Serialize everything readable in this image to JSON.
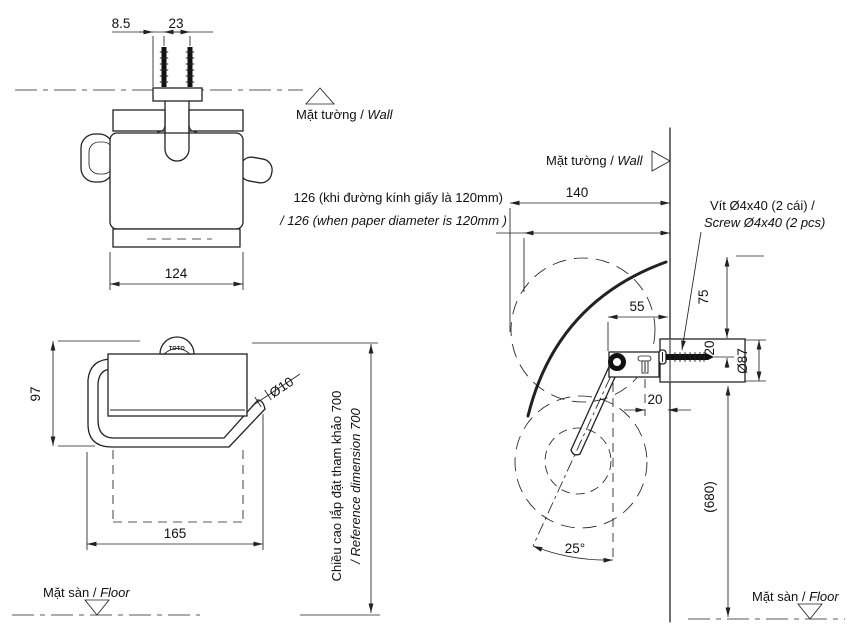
{
  "labels": {
    "wall_vi": "Mặt tường /",
    "wall_en": " Wall",
    "floor_vi": "Mặt sàn /",
    "floor_en": " Floor",
    "screw_note_vi": "Vít Ø4x40 (2 cái) /",
    "screw_note_en": "Screw Ø4x40 (2 pcs)",
    "paper_note_vi": "126 (khi đường kính giấy là 120mm)",
    "paper_note_en": "/ 126 (when  paper diameter is 120mm )",
    "ref_height_vi": "Chiều cao lắp đặt tham khảo 700",
    "ref_height_en": "/ Reference dimension 700",
    "brand": "TOTO"
  },
  "dimensions": {
    "screw_edge_offset": "8.5",
    "screw_spacing": "23",
    "holder_width": "124",
    "holder_height": "97",
    "bar_width": "165",
    "bar_diameter": "Ø10",
    "wall_clearance": "140",
    "pivot_to_wall": "55",
    "top_to_plate": "75",
    "plate_top_to_screw": "20",
    "plate_diameter": "Ø87",
    "bar_wall_gap": "20",
    "height_reference": "(680)",
    "swing_angle": "25°"
  },
  "colors": {
    "line_color": "#222222",
    "background": "#ffffff"
  }
}
